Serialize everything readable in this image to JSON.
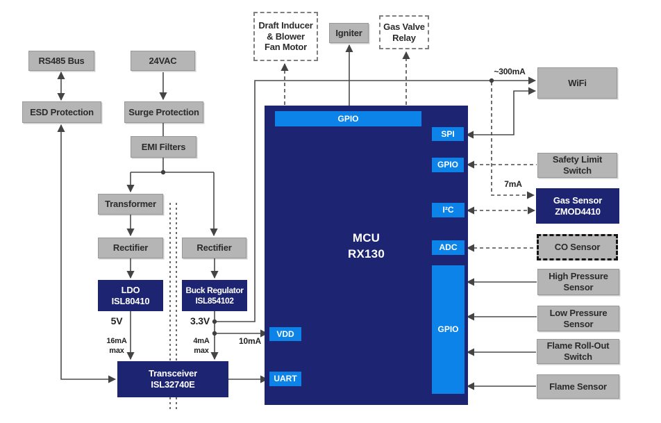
{
  "colors": {
    "navy": "#1d2472",
    "accent_blue": "#0b83e8",
    "block_gray": "#b5b5b5",
    "wire": "#4a4a4a",
    "text_dark": "#2b2b2b"
  },
  "blocks": {
    "rs485_bus": {
      "label": "RS485 Bus"
    },
    "esd_protection": {
      "label": "ESD Protection"
    },
    "vac_24": {
      "label": "24VAC"
    },
    "surge_protection": {
      "label": "Surge Protection"
    },
    "emi_filters": {
      "label": "EMI Filters"
    },
    "transformer": {
      "label": "Transformer"
    },
    "rectifier_left": {
      "label": "Rectifier"
    },
    "rectifier_right": {
      "label": "Rectifier"
    },
    "ldo": {
      "label": "LDO\nISL80410"
    },
    "buck_regulator": {
      "label": "Buck Regulator\nISL854102"
    },
    "transceiver": {
      "label": "Transceiver\nISL32740E"
    },
    "draft_inducer": {
      "label": "Draft Inducer\n& Blower\nFan Motor"
    },
    "igniter": {
      "label": "Igniter"
    },
    "gas_valve_relay": {
      "label": "Gas Valve\nRelay"
    },
    "wifi": {
      "label": "WiFi"
    },
    "safety_limit_switch": {
      "label": "Safety Limit\nSwitch"
    },
    "gas_sensor": {
      "label": "Gas Sensor\nZMOD4410"
    },
    "co_sensor": {
      "label": "CO Sensor"
    },
    "high_pressure_sensor": {
      "label": "High Pressure\nSensor"
    },
    "low_pressure_sensor": {
      "label": "Low Pressure\nSensor"
    },
    "flame_rollout_switch": {
      "label": "Flame Roll-Out\nSwitch"
    },
    "flame_sensor": {
      "label": "Flame Sensor"
    }
  },
  "mcu": {
    "label": "MCU\nRX130",
    "ports": {
      "gpio_top": "GPIO",
      "spi": "SPI",
      "gpio_right": "GPIO",
      "i2c": "I²C",
      "adc": "ADC",
      "gpio_tall": "GPIO",
      "vdd": "VDD",
      "uart": "UART"
    }
  },
  "annotations": {
    "wifi_current": "~300mA",
    "gas_sensor_current": "7mA",
    "mcu_current": "10mA",
    "ldo_voltage": "5V",
    "buck_voltage": "3.3V",
    "ldo_current_max": "16mA\nmax",
    "buck_current_max": "4mA\nmax"
  }
}
